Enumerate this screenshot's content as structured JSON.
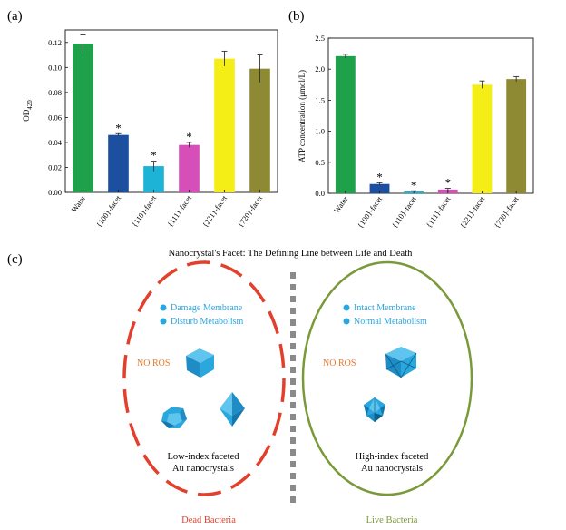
{
  "panels": {
    "a": "(a)",
    "b": "(b)",
    "c": "(c)"
  },
  "chart_data": [
    {
      "type": "bar",
      "panel": "(a)",
      "categories": [
        "Water",
        "{100}-facet",
        "{110}-facet",
        "{111}-facet",
        "{221}-facet",
        "{720}-facet"
      ],
      "values": [
        0.119,
        0.046,
        0.021,
        0.038,
        0.107,
        0.099
      ],
      "errors": [
        0.007,
        0.001,
        0.004,
        0.002,
        0.006,
        0.011
      ],
      "significance": [
        "",
        "*",
        "*",
        "*",
        "",
        ""
      ],
      "colors": [
        "#1fa04a",
        "#1c4fa0",
        "#1cb3d6",
        "#d64fb8",
        "#f5ee16",
        "#8e8a33"
      ],
      "ylabel_main": "OD",
      "ylabel_sub": "420",
      "ylim": [
        0,
        0.13
      ],
      "yticks": [
        "0.00",
        "0.02",
        "0.04",
        "0.06",
        "0.08",
        "0.10",
        "0.12"
      ],
      "ytick_values": [
        0,
        0.02,
        0.04,
        0.06,
        0.08,
        0.1,
        0.12
      ]
    },
    {
      "type": "bar",
      "panel": "(b)",
      "categories": [
        "Water",
        "{100}-facet",
        "{110}-facet",
        "{111}-facet",
        "{221}-facet",
        "{720}-facet"
      ],
      "values": [
        2.21,
        0.15,
        0.03,
        0.06,
        1.75,
        1.84
      ],
      "errors": [
        0.03,
        0.02,
        0.01,
        0.02,
        0.06,
        0.04
      ],
      "significance": [
        "",
        "*",
        "*",
        "*",
        "",
        ""
      ],
      "colors": [
        "#1fa04a",
        "#1c4fa0",
        "#1cb3d6",
        "#d64fb8",
        "#f5ee16",
        "#8e8a33"
      ],
      "ylabel": "ATP concentration (μmol/L)",
      "ylim": [
        0,
        2.5
      ],
      "yticks": [
        "0.0",
        "0.5",
        "1.0",
        "1.5",
        "2.0",
        "2.5"
      ],
      "ytick_values": [
        0,
        0.5,
        1.0,
        1.5,
        2.0,
        2.5
      ]
    }
  ],
  "schematic": {
    "title": "Nanocrystal's Facet: The Defining Line between Life and Death",
    "left": {
      "items": [
        "Damage Membrane",
        "Disturb Metabolism"
      ],
      "ros": "NO ROS",
      "desc_line1": "Low-index faceted",
      "desc_line2": "Au nanocrystals",
      "bacteria": "Dead Bacteria",
      "color": "#e2402c"
    },
    "right": {
      "items": [
        "Intact Membrane",
        "Normal Metabolism"
      ],
      "ros": "NO ROS",
      "desc_line1": "High-index faceted",
      "desc_line2": "Au nanocrystals",
      "bacteria": "Live Bacteria",
      "color": "#7a9a3a"
    },
    "accent": "#2aa7dc",
    "ros_color": "#e8772a"
  }
}
